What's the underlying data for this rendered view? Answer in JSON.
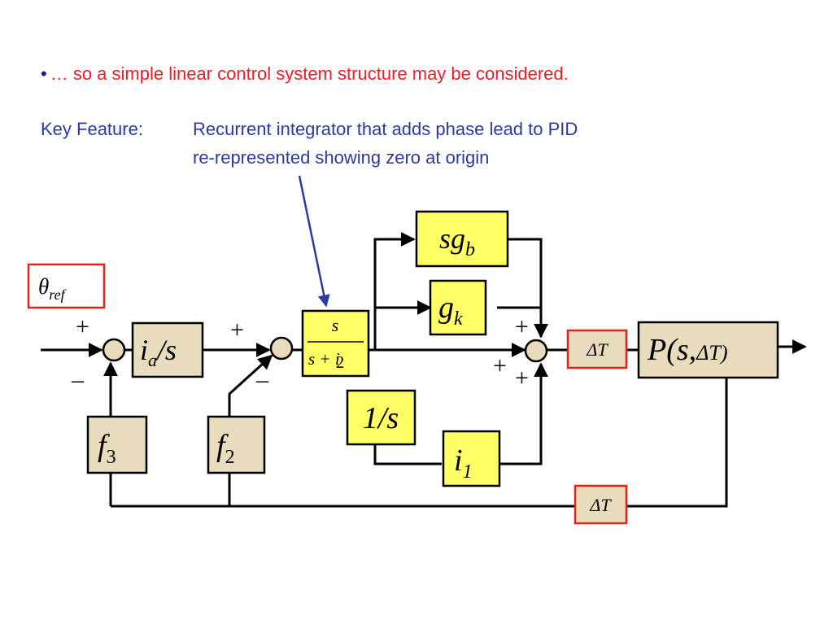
{
  "bullet": {
    "marker": "•",
    "text": "… so a simple linear control system structure may be considered."
  },
  "key_feature": {
    "label": "Key Feature:",
    "line1": "Recurrent integrator that adds phase lead to PID",
    "line2": "re-represented showing zero at origin"
  },
  "colors": {
    "bullet_text": "#ee1c25",
    "key_text": "#2b3a9e",
    "tan_block": "#e8dcbc",
    "yellow_block": "#ffff66",
    "red_outline": "#e0241a",
    "pointer_arrow": "#2b3a9e"
  },
  "blocks": {
    "theta_ref": {
      "main": "θ",
      "sub": "ref"
    },
    "integrator_a": {
      "i": "i",
      "sub": "a",
      "rest": "/s"
    },
    "lead": {
      "num": "s",
      "den_a": "s + i",
      "den_sub": "2"
    },
    "sg_b": {
      "main": "sg",
      "sub": "b"
    },
    "g_k": {
      "main": "g",
      "sub": "k"
    },
    "one_over_s": {
      "text": "1/s"
    },
    "i_1": {
      "main": "i",
      "sub": "1"
    },
    "delta_t_forward": {
      "text": "ΔT"
    },
    "plant": {
      "text": "P(s,",
      "delta": "ΔT)"
    },
    "f_3": {
      "main": "f",
      "sub": "3"
    },
    "f_2": {
      "main": "f",
      "sub": "2"
    },
    "delta_t_feedback": {
      "text": "ΔT"
    }
  },
  "signs": {
    "sum1_plus": "+",
    "sum1_minus": "–",
    "sum2_plus": "+",
    "sum2_minus": "–",
    "sum3_top_plus": "+",
    "sum3_mid_plus": "+",
    "sum3_bottom_plus": "+"
  }
}
